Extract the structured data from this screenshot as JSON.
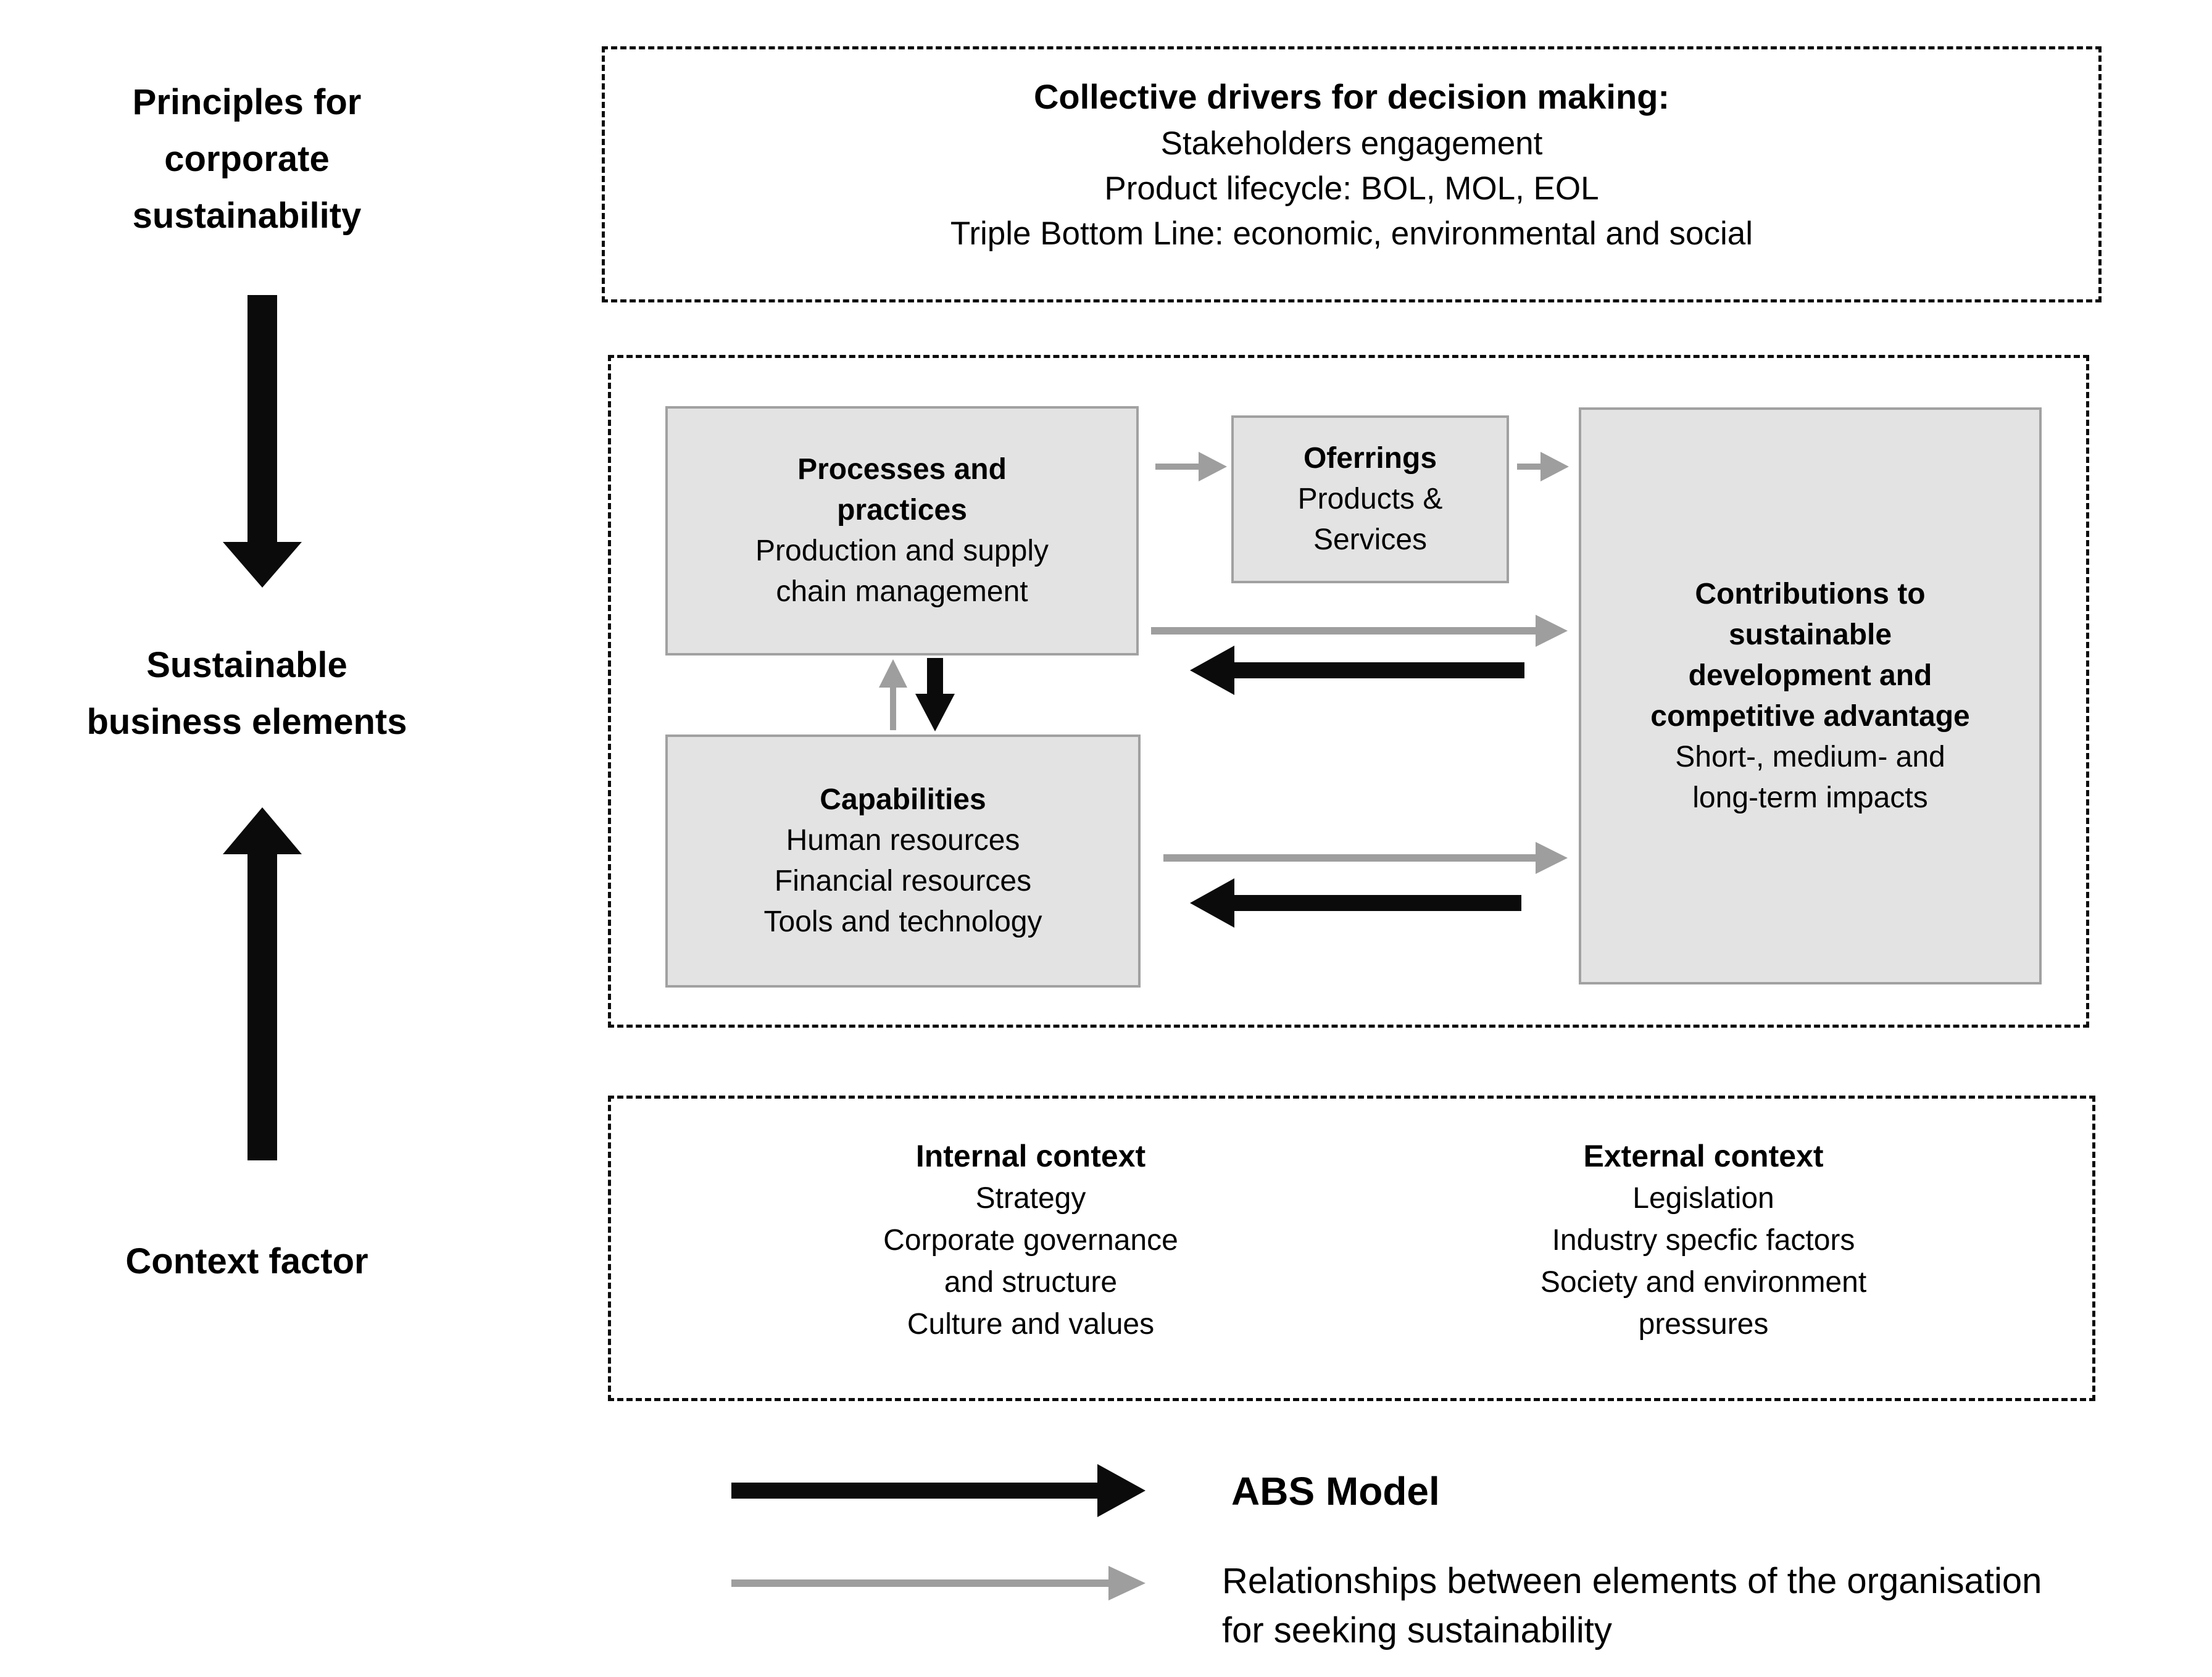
{
  "colors": {
    "black_arrow": "#0b0b0b",
    "gray_arrow": "#9e9e9e",
    "gray_box_fill": "#e3e3e3",
    "gray_box_border": "#a1a1a1",
    "dashed_border": "#0d0d0d"
  },
  "left_column": {
    "principles": {
      "lines": [
        "Principles for",
        "corporate",
        "sustainability"
      ]
    },
    "sustainable": {
      "lines": [
        "Sustainable",
        "business elements"
      ]
    },
    "context": {
      "label": "Context factor"
    }
  },
  "drivers_box": {
    "title": "Collective drivers for decision making:",
    "lines": [
      "Stakeholders engagement",
      "Product lifecycle: BOL, MOL, EOL",
      "Triple Bottom Line: economic, environmental and social"
    ]
  },
  "elements_box": {
    "processes": {
      "title_lines": [
        "Processes and",
        "practices"
      ],
      "body_lines": [
        "Production and supply",
        "chain management"
      ]
    },
    "offerings": {
      "title": "Oferrings",
      "body_lines": [
        "Products &",
        "Services"
      ]
    },
    "contributions": {
      "title_lines": [
        "Contributions to",
        "sustainable",
        "development and",
        "competitive advantage"
      ],
      "body_lines": [
        "Short-, medium- and",
        "long-term impacts"
      ]
    },
    "capabilities": {
      "title": "Capabilities",
      "body_lines": [
        "Human resources",
        "Financial resources",
        "Tools and technology"
      ]
    }
  },
  "context_box": {
    "internal": {
      "title": "Internal context",
      "lines": [
        "Strategy",
        "Corporate governance",
        "and structure",
        "Culture and values"
      ]
    },
    "external": {
      "title": "External context",
      "lines": [
        "Legislation",
        "Industry specfic factors",
        "Society and environment",
        "pressures"
      ]
    }
  },
  "legend": {
    "abs_label": "ABS Model",
    "relationship_lines": [
      "Relationships between elements of the organisation",
      "for seeking sustainability"
    ]
  }
}
